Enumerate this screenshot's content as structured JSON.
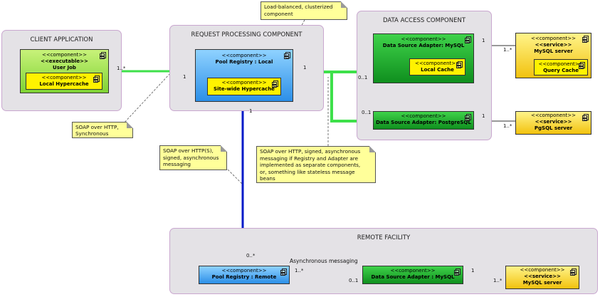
{
  "packages": {
    "client": "CLIENT APPLICATION",
    "request": "REQUEST PROCESSING COMPONENT",
    "data_access": "DATA ACCESS COMPONENT",
    "remote": "REMOTE FACILITY"
  },
  "components": {
    "user_job": {
      "stereo1": "<<component>>",
      "stereo2": "<<executable>>",
      "name": "User Job"
    },
    "local_hypercache": {
      "stereo": "<<component>>",
      "name": "Local Hypercache"
    },
    "pool_registry_local": {
      "stereo": "<<component>>",
      "name": "Pool Registry : Local"
    },
    "site_wide_hypercache": {
      "stereo": "<<component>>",
      "name": "Site-wide Hypercache"
    },
    "dsa_mysql": {
      "stereo": "<<component>>",
      "name": "Data Source Adapter: MySQL"
    },
    "local_cache": {
      "stereo": "<<component>>",
      "name": "Local Cache"
    },
    "dsa_postgres": {
      "stereo": "<<component>>",
      "name": "Data Source Adapter: PostgreSQL"
    },
    "mysql_server": {
      "stereo1": "<<component>>",
      "stereo2": "<<service>>",
      "name": "MySQL server"
    },
    "query_cache": {
      "stereo": "<<component>>",
      "name": "Query Cache"
    },
    "pgsql_server": {
      "stereo1": "<<component>>",
      "stereo2": "<<service>>",
      "name": "PgSQL server"
    },
    "pool_registry_remote": {
      "stereo": "<<component>>",
      "name": "Pool Registry : Remote"
    },
    "dsa_mysql_remote": {
      "stereo": "<<component>>",
      "name": "Data Source Adapter : MySQL"
    },
    "mysql_server_remote": {
      "stereo1": "<<component>>",
      "stereo2": "<<service>>",
      "name": "MySQL server"
    }
  },
  "notes": {
    "load_balanced": [
      "Load-balanced, clusterized",
      "component"
    ],
    "soap_sync": [
      "SOAP over HTTP,",
      "Synchronous"
    ],
    "soap_async": [
      "SOAP over HTTP(S),",
      "signed, asynchronous",
      "messaging"
    ],
    "soap_adapter": [
      "SOAP over HTTP, signed, asynchronous",
      "messaging if Registry and Adapter are",
      "implemented as separate components,",
      "or, something like stateless message",
      "beans"
    ]
  },
  "multiplicities": {
    "client_end": "1..*",
    "registry_left": "1",
    "registry_right": "1",
    "mysql_adapter_in": "0..1",
    "postgres_adapter_in": "0..1",
    "registry_bottom": "1",
    "remote_top": "0..*",
    "mysql_out": "1",
    "mysql_server_in": "1..*",
    "pg_out": "1",
    "pg_server_in": "1..*",
    "remote_registry_out": "1..*",
    "remote_adapter_in": "0..1",
    "remote_adapter_out": "1",
    "remote_server_in": "1..*"
  },
  "async_label": "Asynchronous messaging",
  "colors": {
    "green_link": "#3ee04a",
    "blue_link": "#0019c8",
    "package_fill": "#e4e2e6",
    "note_fill": "#ffff9a"
  }
}
